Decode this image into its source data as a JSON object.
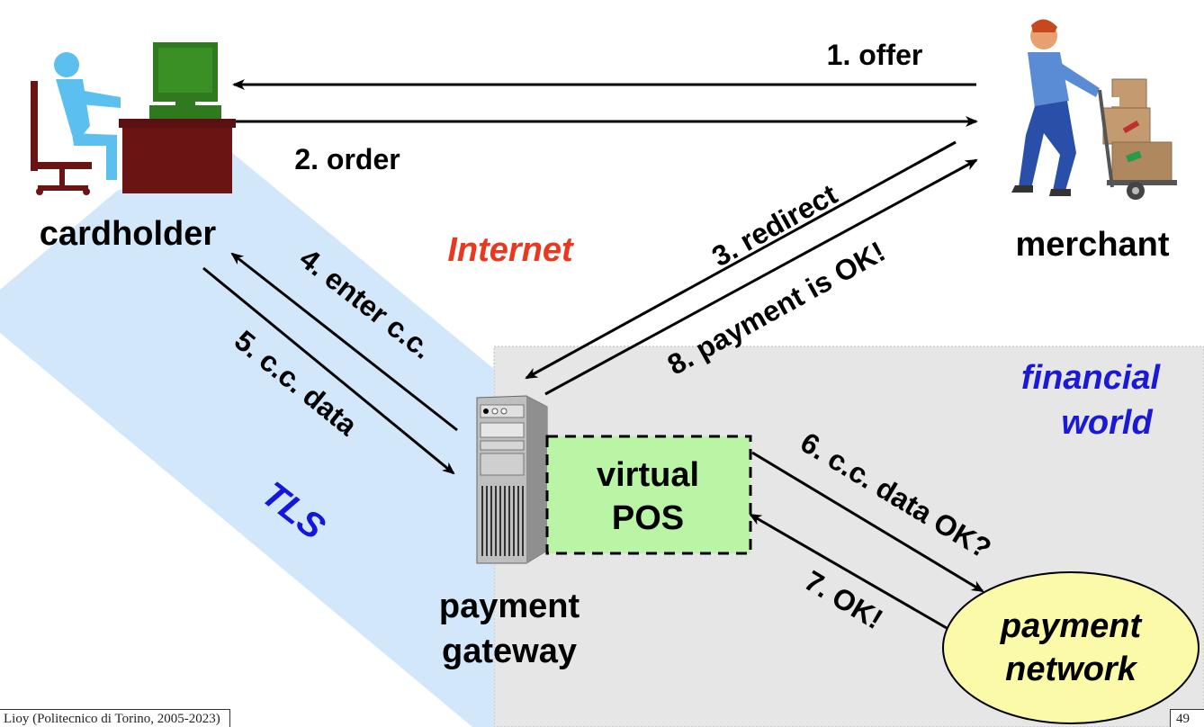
{
  "nodes": {
    "cardholder": "cardholder",
    "merchant": "merchant",
    "gateway_line1": "payment",
    "gateway_line2": "gateway",
    "pos_line1": "virtual",
    "pos_line2": "POS",
    "network_line1": "payment",
    "network_line2": "network"
  },
  "zones": {
    "internet": "Internet",
    "financial_line1": "financial",
    "financial_line2": "world",
    "tls": "TLS"
  },
  "steps": {
    "s1": "1. offer",
    "s2": "2. order",
    "s3": "3. redirect",
    "s4": "4. enter c.c.",
    "s5": "5. c.c. data",
    "s6": "6. c.c. data OK?",
    "s7": "7. OK!",
    "s8": "8. payment is OK!"
  },
  "footer": {
    "credit": "Lioy (Politecnico di Torino, 2005-2023)",
    "page": "49"
  },
  "colors": {
    "internet": "#e8381f",
    "financial": "#1a1ad6",
    "tls_zone": "#d2e8fa",
    "tls_text": "#1515e0",
    "financial_zone": "#e6e6e6",
    "pos_fill": "#b9f5a5",
    "network_fill": "#fafaa8"
  },
  "icons": [
    "cardholder-computer-icon",
    "merchant-delivery-icon",
    "server-tower-icon"
  ]
}
